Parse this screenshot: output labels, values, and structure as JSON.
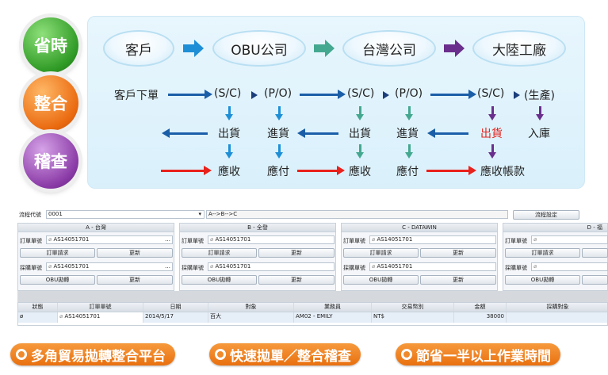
{
  "circles": [
    "省時",
    "整合",
    "稽查"
  ],
  "entities": [
    "客戶",
    "OBU公司",
    "台灣公司",
    "大陸工廠"
  ],
  "flow": {
    "start": "客戶下單",
    "row1": [
      "(S/C)",
      "(P/O)",
      "(S/C)",
      "(P/O)",
      "(S/C)",
      "(生產)"
    ],
    "row2": [
      "出貨",
      "進貨",
      "出貨",
      "進貨",
      "出貨",
      "入庫"
    ],
    "row3": [
      "應收",
      "應付",
      "應收",
      "應付",
      "應收帳款"
    ]
  },
  "colors": {
    "blue": "#1b5ea8",
    "teal": "#3fa08a",
    "purple": "#6a2f8c",
    "red": "#e8221c",
    "orange": "#ee7a1a"
  },
  "app": {
    "flow_code_label": "流程代號",
    "flow_code_value": "0001",
    "flow_path": "A-->B-->C",
    "flow_setting_button": "流程設定",
    "panels": [
      {
        "title": "A - 台灣",
        "order_label": "訂單單號",
        "order_no": "AS14051701",
        "btn_request": "訂單請求",
        "btn_update": "更新",
        "purchase_label": "採購單號",
        "purchase_no": "AS14051701",
        "btn_obu": "OBU拋轉",
        "btn_update2": "更新"
      },
      {
        "title": "B - 全發",
        "order_label": "訂單單號",
        "order_no": "AS14051701",
        "btn_request": "訂單請求",
        "btn_update": "更新",
        "purchase_label": "採購單號",
        "purchase_no": "AS14051701",
        "btn_obu": "OBU拋轉",
        "btn_update2": "更新"
      },
      {
        "title": "C - DATAWIN",
        "order_label": "訂單單號",
        "order_no": "AS14051701",
        "btn_request": "訂單請求",
        "btn_update": "更新",
        "purchase_label": "採購單號",
        "purchase_no": "AS14051701",
        "btn_obu": "OBU拋轉",
        "btn_update2": "更新"
      },
      {
        "title": "D - 福",
        "order_label": "訂單單號",
        "order_no": "",
        "btn_request": "訂單請求",
        "btn_update": "",
        "purchase_label": "採購單號",
        "purchase_no": "",
        "btn_obu": "OBU拋轉",
        "btn_update2": ""
      }
    ],
    "grid": {
      "columns": [
        "狀態",
        "訂單單號",
        "日期",
        "對象",
        "業務員",
        "交易幣別",
        "金額",
        "採購對象"
      ],
      "rows": [
        [
          "",
          "AS14051701",
          "2014/5/17",
          "百大",
          "AM02 - EMILY",
          "NT$",
          "38000",
          ""
        ]
      ]
    }
  },
  "badges": [
    "多角貿易拋轉整合平台",
    "快速拋單／整合稽查",
    "節省一半以上作業時間"
  ]
}
